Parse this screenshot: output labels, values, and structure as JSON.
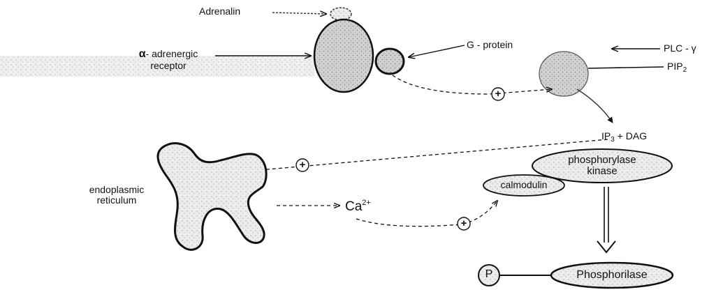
{
  "labels": {
    "adrenalin": "Adrenalin",
    "receptor_symbol": "α",
    "receptor_line1": "- adrenergic",
    "receptor_line2": "receptor",
    "g_protein": "G - protein",
    "plc": "PLC - γ",
    "pip_main": "PIP",
    "pip_sub": "2",
    "ip_main": "IP",
    "ip_sub": "3",
    "ip_rest": " + DAG",
    "er_line1": "endoplasmic",
    "er_line2": "reticulum",
    "ca_main": "Ca",
    "ca_sup": "2+",
    "kinase_line1": "phosphorylase",
    "kinase_line2": "kinase",
    "calmodulin": "calmodulin",
    "p": "P",
    "phosphorilase": "Phosphorilase",
    "plus": "+"
  },
  "colors": {
    "stroke": "#111111",
    "fill_gray": "#cfcfcf",
    "fill_light": "#e6e6e6"
  }
}
